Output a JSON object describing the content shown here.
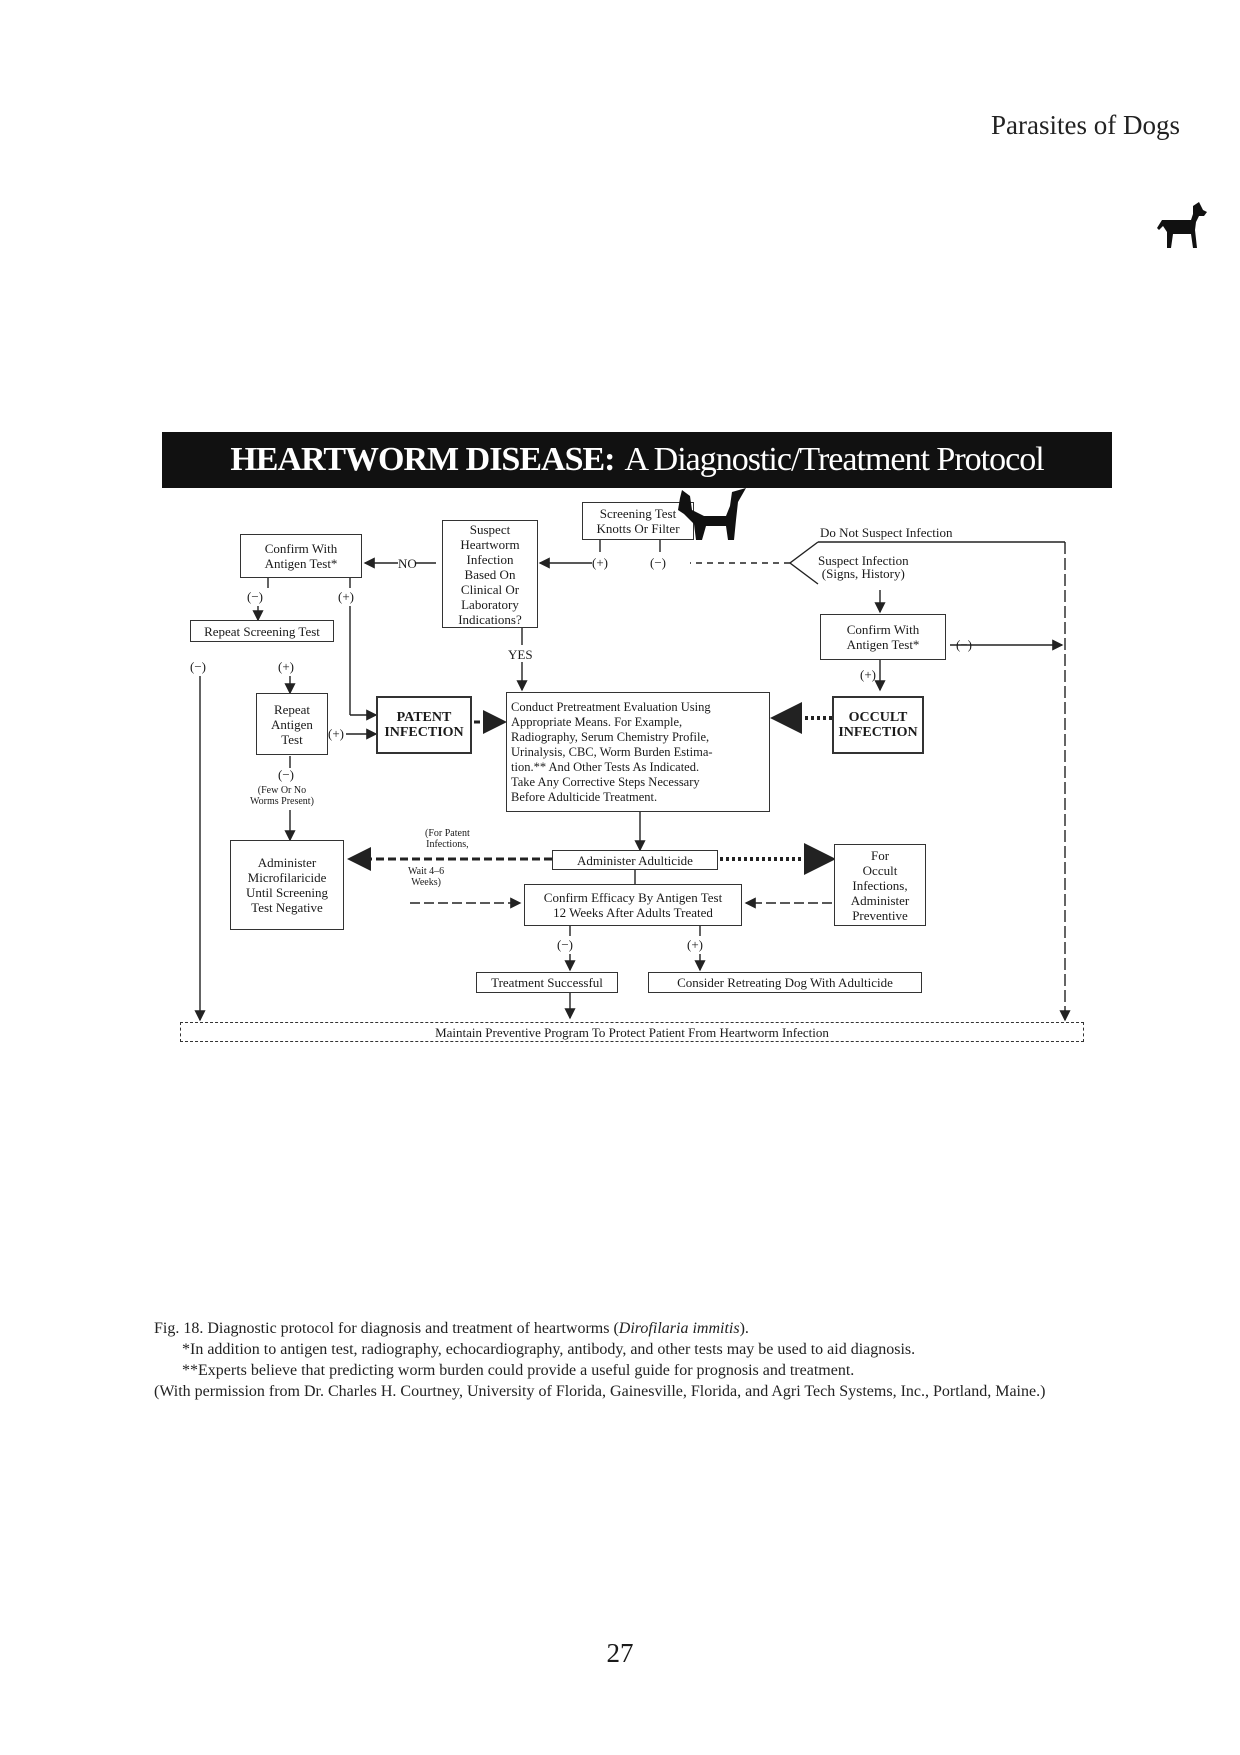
{
  "running_head": "Parasites of Dogs",
  "page_number": "27",
  "icons": {
    "corner": "dog-silhouette-icon",
    "diagram": "dog-silhouette-icon"
  },
  "title": {
    "bold": "HEARTWORM DISEASE:",
    "regular": "A Diagnostic/Treatment Protocol"
  },
  "nodes": {
    "screening_test": "Screening Test\nKnotts Or Filter",
    "suspect_heartworm": "Suspect\nHeartworm\nInfection\nBased On\nClinical Or\nLaboratory\nIndications?",
    "confirm_antigen_left": "Confirm With\nAntigen Test*",
    "do_not_suspect": "Do Not Suspect Infection",
    "suspect_infection": "Suspect Infection\n(Signs, History)",
    "confirm_antigen_right": "Confirm With\nAntigen Test*",
    "repeat_screening": "Repeat Screening Test",
    "repeat_antigen": "Repeat\nAntigen\nTest",
    "patent_infection": "PATENT\nINFECTION",
    "pretreatment": "Conduct Pretreatment Evaluation Using\nAppropriate Means. For Example,\nRadiography, Serum Chemistry Profile,\nUrinalysis, CBC, Worm Burden Estima-\ntion.** And Other Tests As Indicated.\nTake Any Corrective Steps Necessary\nBefore Adulticide Treatment.",
    "occult_infection": "OCCULT\nINFECTION",
    "administer_microfilaricide": "Administer\nMicrofilaricide\nUntil Screening\nTest Negative",
    "administer_adulticide": "Administer Adulticide",
    "for_occult": "For\nOccult\nInfections,\nAdminister\nPreventive",
    "confirm_efficacy": "Confirm Efficacy By Antigen Test\n12 Weeks After Adults Treated",
    "treatment_successful": "Treatment Successful",
    "consider_retreating": "Consider Retreating Dog With Adulticide",
    "maintain_preventive": "Maintain Preventive Program To Protect Patient From Heartworm Infection"
  },
  "edge_labels": {
    "no": "NO",
    "yes": "YES",
    "plus": "(+)",
    "minus": "(−)",
    "few_worms": "(Few Or No\nWorms Present)",
    "for_patent": "(For Patent\nInfections,",
    "wait": "Wait 4–6\nWeeks)"
  },
  "caption": {
    "line1_prefix": "Fig. 18. Diagnostic protocol for diagnosis and treatment of heartworms (",
    "line1_italic": "Dirofilaria immitis",
    "line1_suffix": ").",
    "note1": "*In addition to antigen test, radiography, echocardiography, antibody, and other tests may be used to aid diagnosis.",
    "note2": "**Experts believe that predicting worm burden could provide a useful guide for prognosis and treatment.",
    "permission": "(With permission from Dr. Charles H. Courtney, University of Florida, Gainesville, Florida, and Agri Tech Systems, Inc., Portland, Maine.)"
  }
}
